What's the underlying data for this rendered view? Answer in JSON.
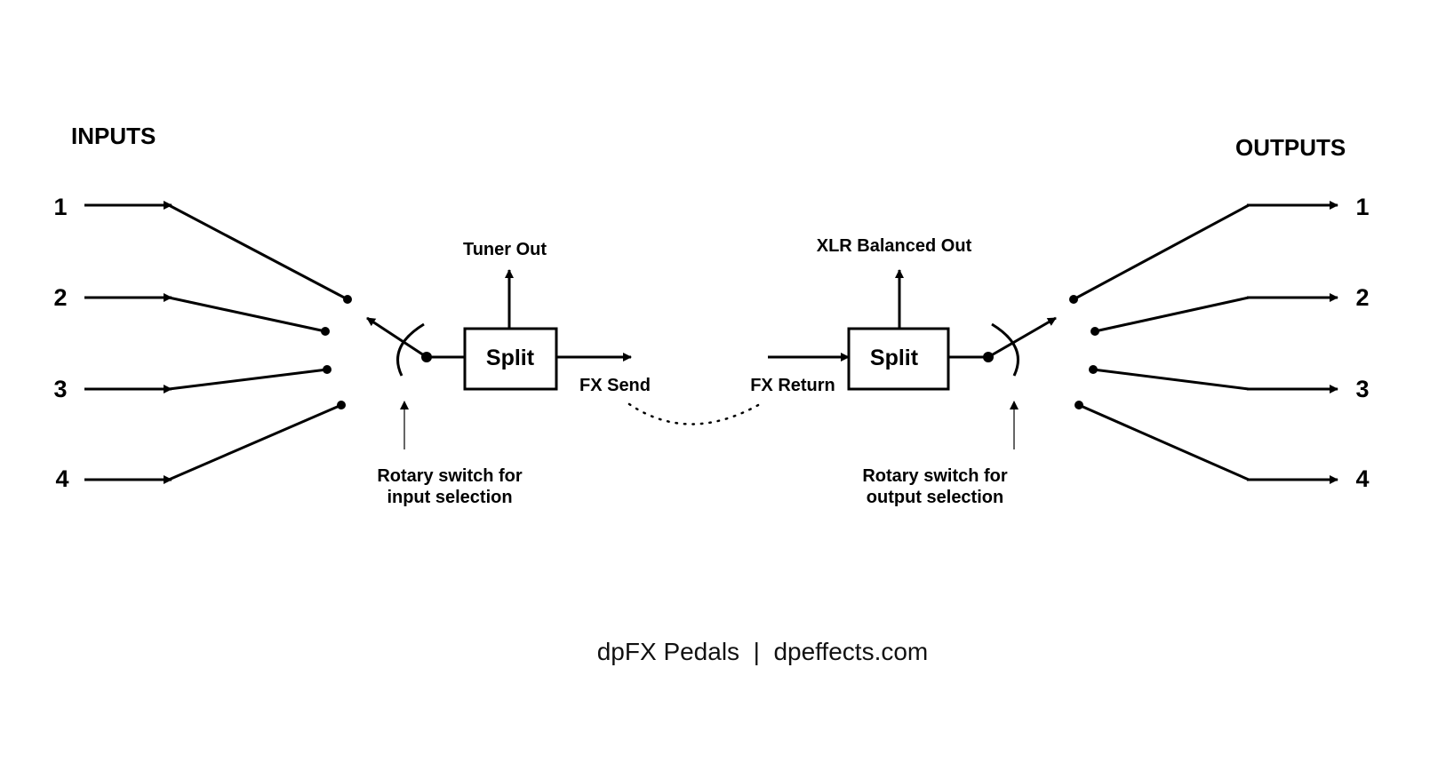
{
  "inputs": {
    "title": "INPUTS",
    "numbers": [
      "1",
      "2",
      "3",
      "4"
    ]
  },
  "outputs": {
    "title": "OUTPUTS",
    "numbers": [
      "1",
      "2",
      "3",
      "4"
    ]
  },
  "split_left": {
    "label": "Split",
    "tap_label": "Tuner Out"
  },
  "split_right": {
    "label": "Split",
    "tap_label": "XLR Balanced Out"
  },
  "fx": {
    "send": "FX Send",
    "return": "FX Return"
  },
  "rotary_input": {
    "line1": "Rotary switch for",
    "line2": "input selection"
  },
  "rotary_output": {
    "line1": "Rotary switch for",
    "line2": "output selection"
  },
  "footer": {
    "text": "dpFX Pedals  |  dpeffects.com"
  }
}
